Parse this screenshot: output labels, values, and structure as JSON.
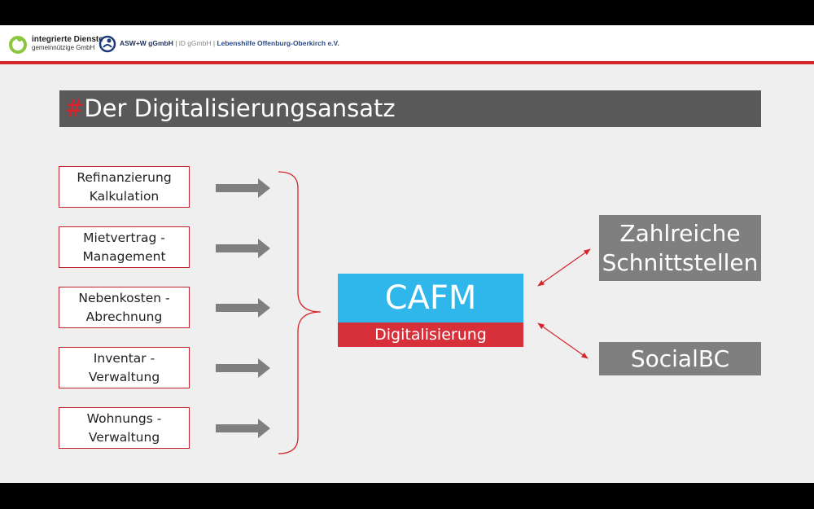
{
  "header": {
    "org_name": "integrierte Dienste",
    "org_sub": "gemeinnützige GmbH",
    "partner_1": "ASW+W gGmbH",
    "partner_sep_1": " | ",
    "partner_2": "iD gGmbH",
    "partner_sep_2": " | ",
    "partner_3": "Lebenshilfe Offenburg-Oberkirch e.V."
  },
  "title": {
    "hash": "#",
    "text": "Der Digitalisierungsansatz"
  },
  "inputs": [
    {
      "line1": "Refinanzierung",
      "line2": "Kalkulation"
    },
    {
      "line1": "Mietvertrag -",
      "line2": "Management"
    },
    {
      "line1": "Nebenkosten -",
      "line2": "Abrechnung"
    },
    {
      "line1": "Inventar -",
      "line2": "Verwaltung"
    },
    {
      "line1": "Wohnungs -",
      "line2": "Verwaltung"
    }
  ],
  "center": {
    "main": "CAFM",
    "sub": "Digitalisierung"
  },
  "outputs": [
    {
      "line1": "Zahlreiche",
      "line2": "Schnittstellen"
    },
    {
      "line1": "SocialBC"
    }
  ],
  "colors": {
    "accent_red": "#d7262b",
    "cafm_blue": "#2fb6ea",
    "box_gray": "#7f7f7f",
    "title_bar": "#595959"
  }
}
